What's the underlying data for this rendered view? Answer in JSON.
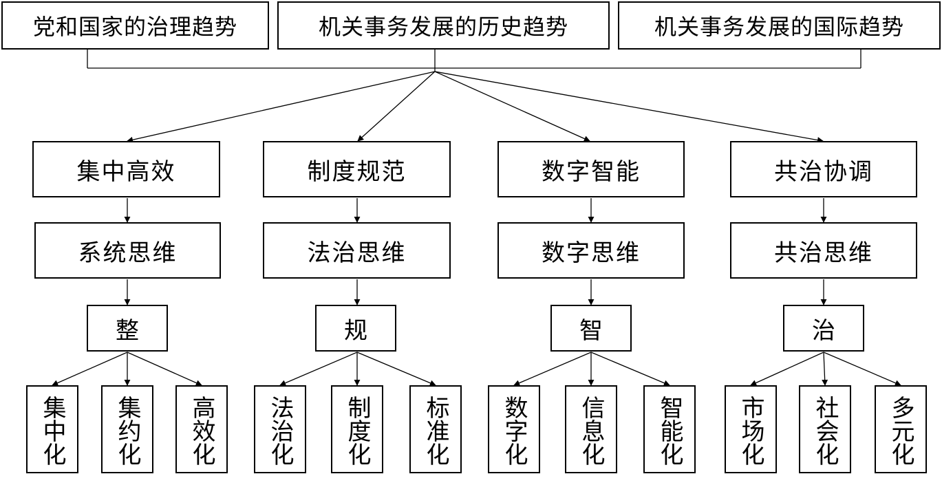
{
  "top_sources": [
    {
      "label": "党和国家的治理趋势"
    },
    {
      "label": "机关事务发展的历史趋势"
    },
    {
      "label": "机关事务发展的国际趋势"
    }
  ],
  "branches": [
    {
      "trend": "集中高效",
      "thinking": "系统思维",
      "keyword": "整",
      "leaves": [
        "集中化",
        "集约化",
        "高效化"
      ]
    },
    {
      "trend": "制度规范",
      "thinking": "法治思维",
      "keyword": "规",
      "leaves": [
        "法治化",
        "制度化",
        "标准化"
      ]
    },
    {
      "trend": "数字智能",
      "thinking": "数字思维",
      "keyword": "智",
      "leaves": [
        "数字化",
        "信息化",
        "智能化"
      ]
    },
    {
      "trend": "共治协调",
      "thinking": "共治思维",
      "keyword": "治",
      "leaves": [
        "市场化",
        "社会化",
        "多元化"
      ]
    }
  ]
}
